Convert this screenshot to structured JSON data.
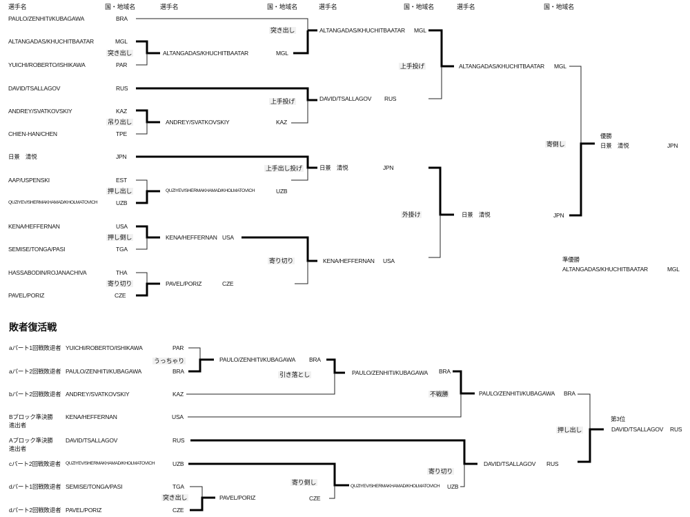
{
  "headers": {
    "player": "選手名",
    "country": "国・地域名"
  },
  "main": {
    "round1": [
      {
        "name": "PAULO/ZENHITI/KUBAGAWA",
        "country": "BRA"
      },
      {
        "name": "ALTANGADAS/KHUCHITBAATAR",
        "country": "MGL"
      },
      {
        "name": "YUICHI/ROBERTO/ISHIKAWA",
        "country": "PAR"
      },
      {
        "name": "DAVID/TSALLAGOV",
        "country": "RUS"
      },
      {
        "name": "ANDREY/SVATKOVSKIY",
        "country": "KAZ"
      },
      {
        "name": "CHIEN-HAN/CHEN",
        "country": "TPE"
      },
      {
        "name": "日景　清悦",
        "country": "JPN"
      },
      {
        "name": "AAP/USPENSKI",
        "country": "EST"
      },
      {
        "name": "QUZIYEV/SHERMAKHAMAD/KHOLMATOVICH",
        "country": "UZB"
      },
      {
        "name": "KENA/HEFFERNAN",
        "country": "USA"
      },
      {
        "name": "SEMISE/TONGA/PASI",
        "country": "TGA"
      },
      {
        "name": "HASSABODIN/ROJANACHIVA",
        "country": "THA"
      },
      {
        "name": "PAVEL/PORIZ",
        "country": "CZE"
      }
    ],
    "round1_techniques": [
      "突き出し",
      "吊り出し",
      "押し出し",
      "押し倒し",
      "寄り切り"
    ],
    "round2": [
      {
        "name": "ALTANGADAS/KHUCHITBAATAR",
        "country": "MGL"
      },
      {
        "name": "ANDREY/SVATKOVSKIY",
        "country": "KAZ"
      },
      {
        "name": "QUZIYEV/SHERMAKHAMAD/KHOLMATOVICH",
        "country": "UZB"
      },
      {
        "name": "KENA/HEFFERNAN",
        "country": "USA"
      },
      {
        "name": "PAVEL/PORIZ",
        "country": "CZE"
      }
    ],
    "round2_techniques": [
      "突き出し",
      "上手投げ",
      "上手出し投げ",
      "寄り切り"
    ],
    "quarterfinal": [
      {
        "name": "ALTANGADAS/KHUCHITBAATAR",
        "country": "MGL"
      },
      {
        "name": "DAVID/TSALLAGOV",
        "country": "RUS"
      },
      {
        "name": "日景　清悦",
        "country": "JPN"
      },
      {
        "name": "KENA/HEFFERNAN",
        "country": "USA"
      }
    ],
    "semifinal_techniques": [
      "上手投げ",
      "外掛け"
    ],
    "semifinal": [
      {
        "name": "ALTANGADAS/KHUCHITBAATAR",
        "country": "MGL"
      },
      {
        "name": "日景　清悦",
        "country": "JPN"
      }
    ],
    "final_technique": "寄倒し",
    "champion": {
      "label": "優勝",
      "name": "日景　清悦",
      "country": "JPN"
    },
    "runner_up": {
      "label": "準優勝",
      "name": "ALTANGADAS/KHUCHITBAATAR",
      "country": "MGL"
    }
  },
  "repechage": {
    "title": "敗者復活戦",
    "entrants": [
      {
        "label": "aパート1回戦敗退者",
        "name": "YUICHI/ROBERTO/ISHIKAWA",
        "country": "PAR"
      },
      {
        "label": "aパート2回戦敗退者",
        "name": "PAULO/ZENHITI/KUBAGAWA",
        "country": "BRA"
      },
      {
        "label": "bパート2回戦敗退者",
        "name": "ANDREY/SVATKOVSKIY",
        "country": "KAZ"
      },
      {
        "label": "Bブロック準決勝\n進出者",
        "name": "KENA/HEFFERNAN",
        "country": "USA"
      },
      {
        "label": "Aブロック準決勝\n進出者",
        "name": "DAVID/TSALLAGOV",
        "country": "RUS"
      },
      {
        "label": "cパート2回戦敗退者",
        "name": "QUZIYEV/SHERMAKHAMAD/KHOLMATOVICH",
        "country": "UZB"
      },
      {
        "label": "dパート1回戦敗退者",
        "name": "SEMISE/TONGA/PASI",
        "country": "TGA"
      },
      {
        "label": "dパート2回戦敗退者",
        "name": "PAVEL/PORIZ",
        "country": "CZE"
      }
    ],
    "round1_techniques": [
      "うっちゃり",
      "突き出し"
    ],
    "round1": [
      {
        "name": "PAULO/ZENHITI/KUBAGAWA",
        "country": "BRA"
      },
      {
        "name": "PAVEL/PORIZ",
        "country": "CZE"
      }
    ],
    "round2_techniques": [
      "引き落とし",
      "寄り倒し"
    ],
    "round2": [
      {
        "name": "PAULO/ZENHITI/KUBAGAWA",
        "country": "BRA"
      },
      {
        "name": "QUZIYEV/SHERMAKHAMAD/KHOLMATOVICH",
        "country": "UZB"
      }
    ],
    "round3_techniques": [
      "不戦勝",
      "寄り切り"
    ],
    "round3": [
      {
        "name": "PAULO/ZENHITI/KUBAGAWA",
        "country": "BRA"
      },
      {
        "name": "DAVID/TSALLAGOV",
        "country": "RUS"
      }
    ],
    "final_technique": "押し出し",
    "third": {
      "label": "第3位",
      "name": "DAVID/TSALLAGOV",
      "country": "RUS"
    }
  }
}
